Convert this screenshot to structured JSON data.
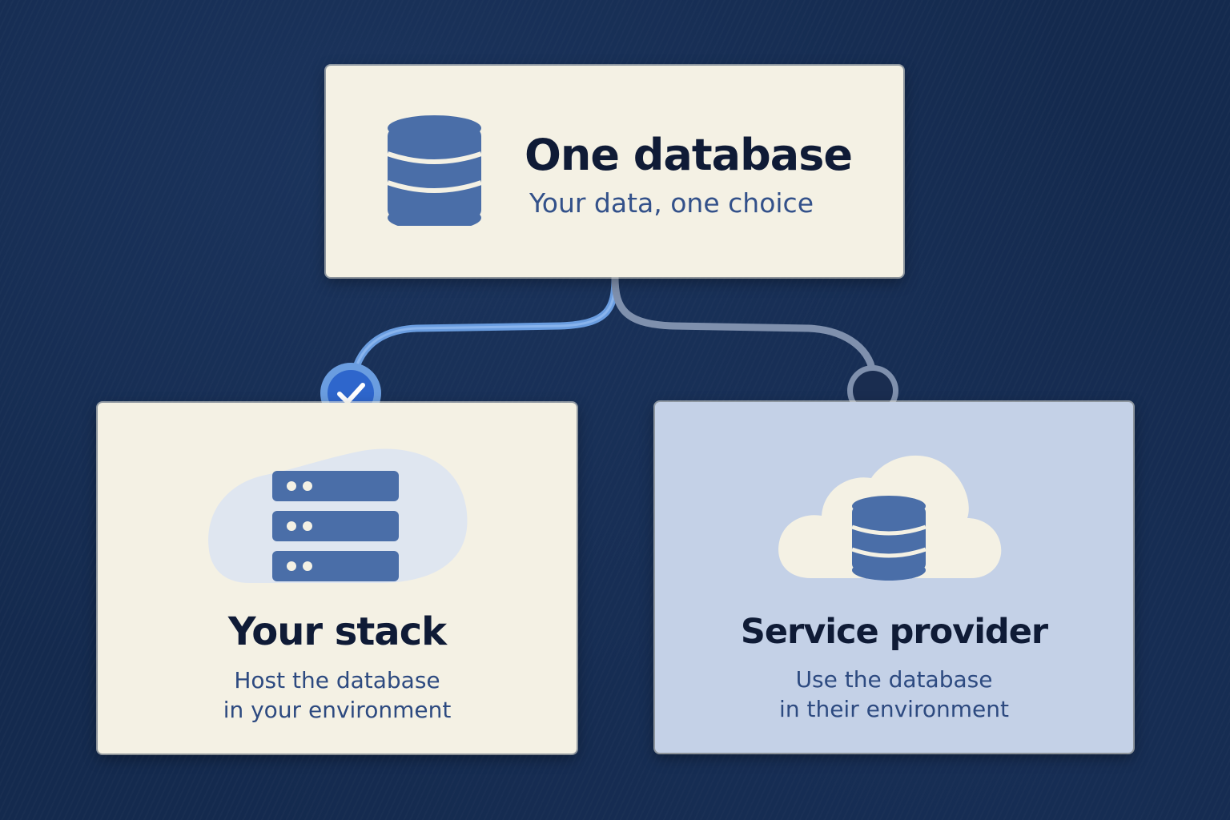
{
  "root": {
    "title": "One database",
    "subtitle": "Your data, one choice",
    "icon": "database-icon"
  },
  "options": [
    {
      "title": "Your stack",
      "desc_line1": "Host the database",
      "desc_line2": "in your environment",
      "icon": "server-rack-icon",
      "selected": true
    },
    {
      "title": "Service provider",
      "desc_line1": "Use the database",
      "desc_line2": "in their environment",
      "icon": "cloud-database-icon",
      "selected": false
    }
  ],
  "colors": {
    "background": "#142a4e",
    "card_light": "#f4f1e4",
    "card_blue": "#c4d1e7",
    "icon_blue": "#4a6ea8",
    "connector_selected": "#6a9de0",
    "connector_unselected": "#7f90ad",
    "title_text": "#0f1b36",
    "subtitle_text": "#33518a"
  }
}
